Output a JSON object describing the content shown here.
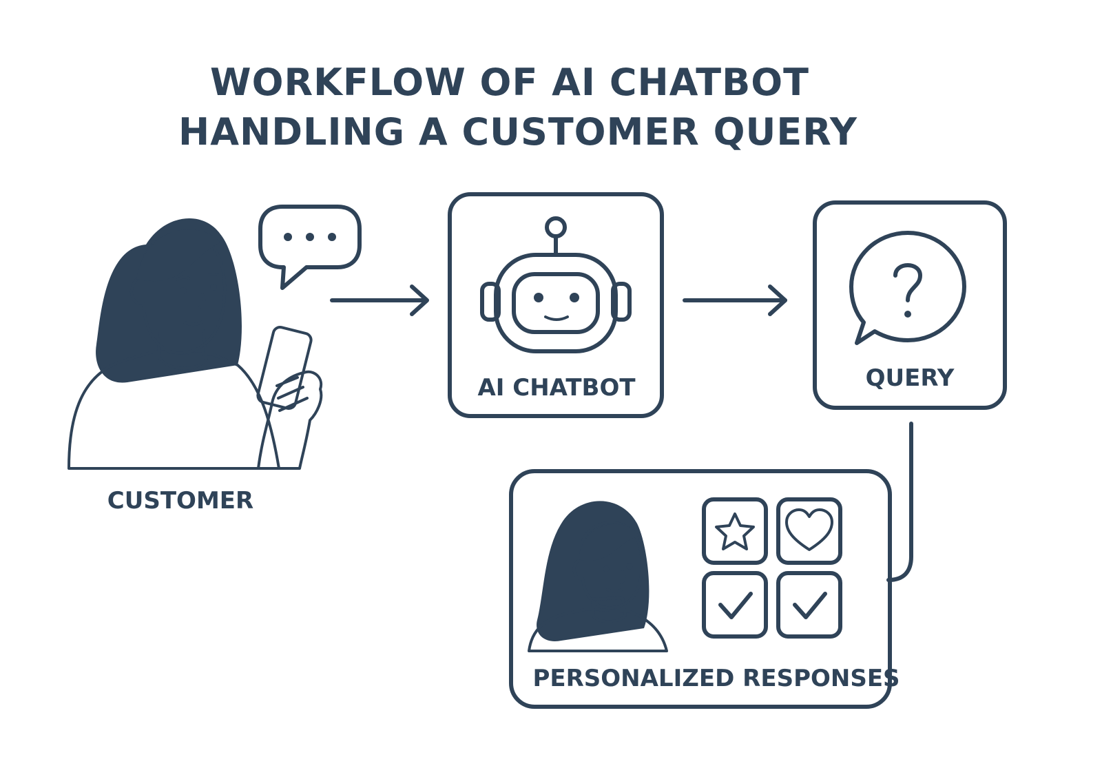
{
  "title": {
    "line1": "WORKFLOW OF AI CHATBOT",
    "line2": "HANDLING A CUSTOMER QUERY"
  },
  "nodes": {
    "customer": {
      "label": "CUSTOMER",
      "icon": "woman-with-phone-icon"
    },
    "chatbot": {
      "label": "AI CHATBOT",
      "icon": "robot-icon"
    },
    "query": {
      "label": "QUERY",
      "icon": "question-bubble-icon"
    },
    "responses": {
      "label": "PERSONALIZED RESPONSES",
      "icon": "woman-avatar-icon",
      "tiles": [
        "star-icon",
        "heart-icon",
        "check-icon",
        "check-icon"
      ]
    }
  },
  "colors": {
    "ink": "#2f4358",
    "box_fill": "#f6f7f9",
    "accent_blue": "#cde3ee",
    "skin": "#fbd9c4",
    "shirt": "#f7ad85",
    "hair": "#2f4358"
  }
}
